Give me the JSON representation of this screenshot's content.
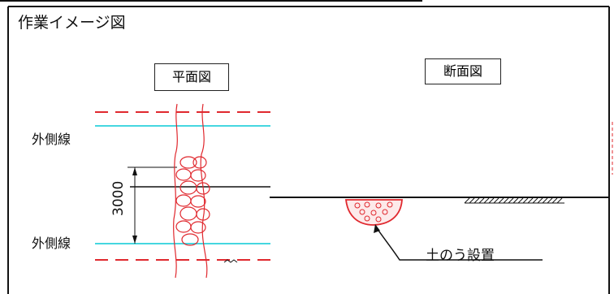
{
  "title": "作業イメージ図",
  "plan_view_label": "平面図",
  "section_view_label": "断面図",
  "outer_line_top": "外側線",
  "outer_line_bottom": "外側線",
  "dimension_value": "3000",
  "sandbag_label": "土のう設置",
  "colors": {
    "frame": "#111111",
    "red_dashed": "#e0282e",
    "cyan_line": "#45d7e0",
    "sandbag_red": "#e0282e"
  }
}
